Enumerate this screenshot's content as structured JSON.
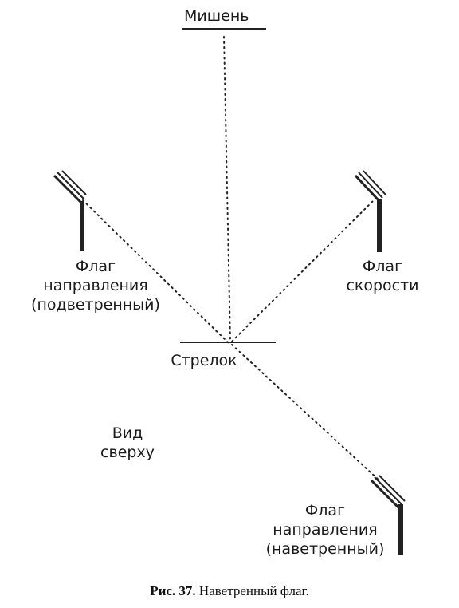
{
  "target": {
    "label": "Мишень"
  },
  "shooter": {
    "label": "Стрелок"
  },
  "flags": {
    "upper_left": {
      "line1": "Флаг",
      "line2": "направления",
      "line3": "(подветренный)"
    },
    "upper_right": {
      "line1": "Флаг",
      "line2": "скорости"
    },
    "lower_right": {
      "line1": "Флаг",
      "line2": "направления",
      "line3": "(наветренный)"
    }
  },
  "view": {
    "line1": "Вид",
    "line2": "сверху"
  },
  "caption": {
    "number": "Рис. 37.",
    "text": "Наветренный флаг."
  }
}
